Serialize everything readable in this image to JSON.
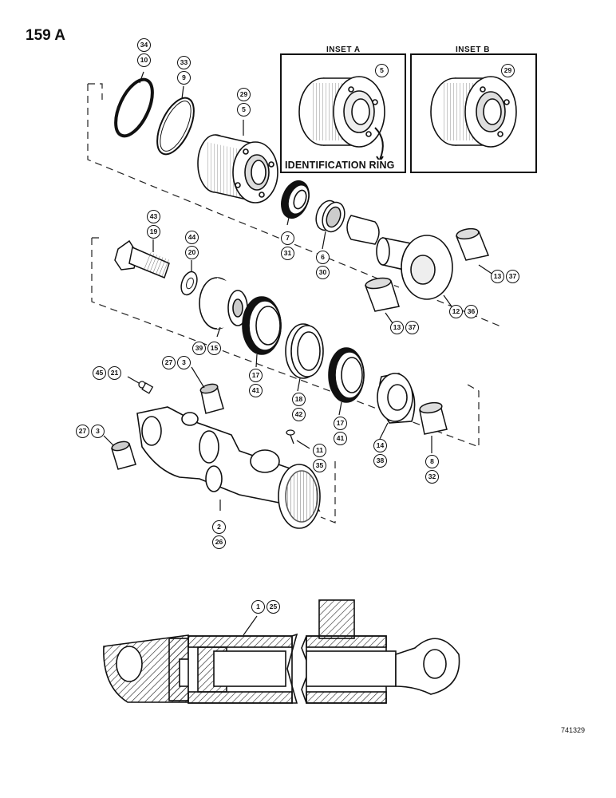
{
  "page": {
    "number": "159 A",
    "drawing_number": "741329"
  },
  "insets": [
    {
      "title": "INSET A",
      "callout": "5",
      "annotation": "IDENTIFICATION RING"
    },
    {
      "title": "INSET B",
      "callout": "29"
    }
  ],
  "callouts": {
    "c_34_10": [
      "34",
      "10"
    ],
    "c_33_9": [
      "33",
      "9"
    ],
    "c_29_5": [
      "29",
      "5"
    ],
    "c_7_31": [
      "7",
      "31"
    ],
    "c_6_30": [
      "6",
      "30"
    ],
    "c_43_19": [
      "43",
      "19"
    ],
    "c_44_20": [
      "44",
      "20"
    ],
    "c_39_15": [
      "39",
      "15"
    ],
    "c_17_41_a": [
      "17",
      "41"
    ],
    "c_18_42": [
      "18",
      "42"
    ],
    "c_17_41_b": [
      "17",
      "41"
    ],
    "c_14_38": [
      "14",
      "38"
    ],
    "c_8_32": [
      "8",
      "32"
    ],
    "c_13_37_a": [
      "13",
      "37"
    ],
    "c_13_37_b": [
      "13",
      "37"
    ],
    "c_12_36": [
      "12",
      "36"
    ],
    "c_45_21": [
      "45",
      "21"
    ],
    "c_27_3_a": [
      "27",
      "3"
    ],
    "c_27_3_b": [
      "27",
      "3"
    ],
    "c_11_35": [
      "11",
      "35"
    ],
    "c_2_26": [
      "2",
      "26"
    ],
    "c_1_25": [
      "1",
      "25"
    ]
  }
}
